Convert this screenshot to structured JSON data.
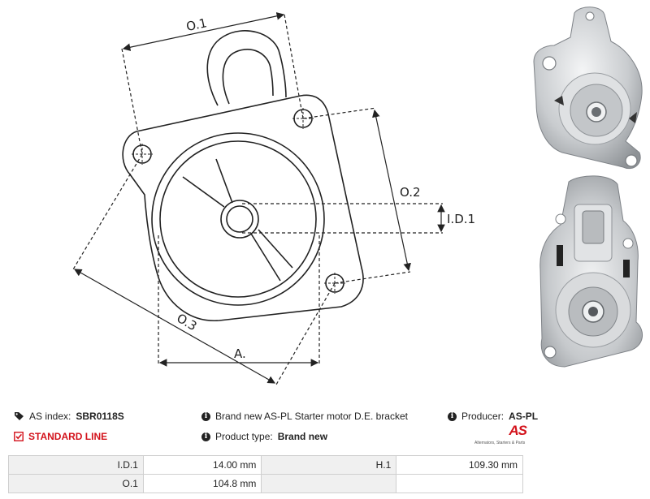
{
  "dimensions": {
    "o1": "O.1",
    "o2": "O.2",
    "o3": "O.3",
    "id1": "I.D.1",
    "a": "A."
  },
  "info": {
    "as_index_label": "AS index:",
    "as_index_value": "SBR0118S",
    "line": "STANDARD LINE",
    "description": "Brand new AS-PL Starter motor D.E. bracket",
    "product_type_label": "Product type:",
    "product_type_value": "Brand new",
    "producer_label": "Producer:",
    "producer_value": "AS-PL",
    "logo_text": "AS",
    "logo_tagline": "Alternators, Starters & Parts"
  },
  "specs": [
    {
      "k1": "I.D.1",
      "v1": "14.00 mm",
      "k2": "H.1",
      "v2": "109.30 mm"
    },
    {
      "k1": "O.1",
      "v1": "104.8 mm",
      "k2": "",
      "v2": ""
    }
  ],
  "colors": {
    "accent": "#d3121b",
    "line": "#222222",
    "table_key_bg": "#f0f0f0"
  },
  "icons": {
    "tag": "tag-icon",
    "check": "checkbox-icon",
    "info": "info-icon"
  }
}
